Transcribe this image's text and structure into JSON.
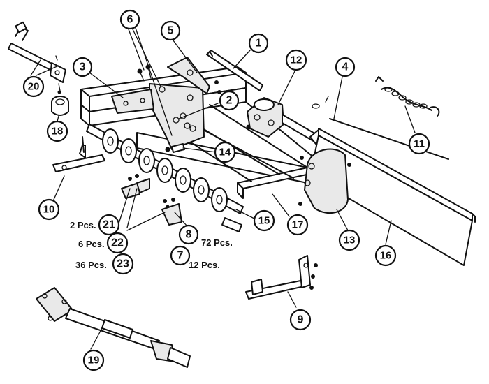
{
  "callouts": [
    "1",
    "2",
    "3",
    "4",
    "5",
    "6",
    "7",
    "8",
    "9",
    "10",
    "11",
    "12",
    "13",
    "14",
    "15",
    "16",
    "17",
    "18",
    "19",
    "20",
    "21",
    "22",
    "23"
  ],
  "quantities": {
    "q21": "2 Pcs.",
    "q22": "6 Pcs.",
    "q23": "36 Pcs.",
    "q8": "72 Pcs.",
    "q7": "12 Pcs."
  }
}
